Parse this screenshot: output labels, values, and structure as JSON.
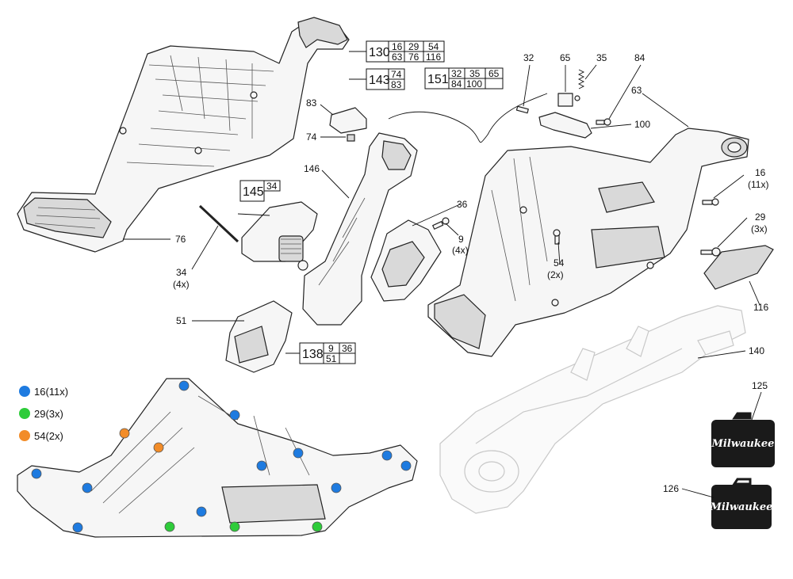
{
  "callouts": {
    "c32": "32",
    "c65": "65",
    "c35": "35",
    "c84": "84",
    "c63": "63",
    "c100": "100",
    "c83": "83",
    "c74": "74",
    "c146": "146",
    "c36": "36",
    "c16": "16",
    "c16q": "(11x)",
    "c29": "29",
    "c29q": "(3x)",
    "c76": "76",
    "c34": "34",
    "c34q": "(4x)",
    "c9": "9",
    "c9q": "(4x)",
    "c54": "54",
    "c54q": "(2x)",
    "c116": "116",
    "c51": "51",
    "c140": "140",
    "c125": "125",
    "c126": "126"
  },
  "kit_boxes": {
    "k130": {
      "main": "130",
      "cells": [
        "16",
        "29",
        "54",
        "63",
        "76",
        "116"
      ]
    },
    "k143": {
      "main": "143",
      "cells": [
        "74",
        "83"
      ]
    },
    "k151": {
      "main": "151",
      "cells": [
        "32",
        "35",
        "65",
        "84",
        "100"
      ]
    },
    "k145": {
      "main": "145",
      "cells": [
        "34"
      ]
    },
    "k138": {
      "main": "138",
      "cells": [
        "9",
        "36",
        "51"
      ]
    }
  },
  "legend": [
    {
      "label": "16(11x)",
      "color": "#1e7be0"
    },
    {
      "label": "29(3x)",
      "color": "#2ecc3a"
    },
    {
      "label": "54(2x)",
      "color": "#f28c28"
    }
  ],
  "brand": {
    "case_logo": "Milwaukee"
  }
}
